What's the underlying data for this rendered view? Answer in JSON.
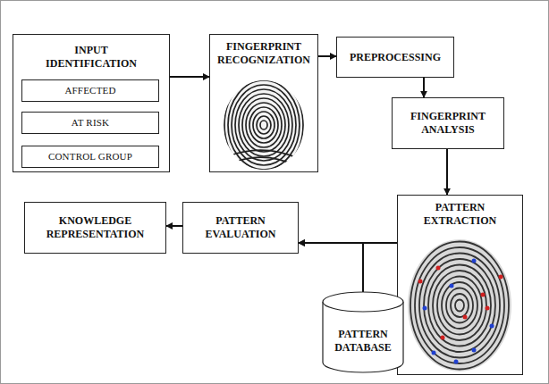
{
  "diagram": {
    "nodes": [
      {
        "text": [
          "INPUT IDENTIFICATION"
        ]
      },
      {
        "text": [
          "AFFECTED"
        ],
        "in": 0
      },
      {
        "text": [
          "AT RISK"
        ],
        "in": 0
      },
      {
        "text": [
          "CONTROL GROUP"
        ],
        "in": 0
      },
      {
        "text": [
          "FINGERPRINT RECOGNIZATION"
        ]
      },
      {
        "text": [
          "PREPROCESSING"
        ]
      },
      {
        "text": [
          "FINGERPRINT ANALYSIS"
        ]
      },
      {
        "text": [
          "PATTERN EXTRACTION"
        ]
      },
      {
        "text": [
          "KNOWLEDGE REPRESENTATION"
        ]
      },
      {
        "text": [
          "PATTERN EVALUATION"
        ]
      },
      {
        "text": [
          "PATTERN DATABASE"
        ]
      }
    ],
    "edges": [
      {
        "from": 0,
        "to": 4,
        "arrow": "to"
      },
      {
        "from": 4,
        "to": 5,
        "arrow": "to"
      },
      {
        "from": 5,
        "to": 6,
        "arrow": "to"
      },
      {
        "from": 6,
        "to": 7,
        "arrow": "to"
      },
      {
        "from": 7,
        "to": 9,
        "arrow": "to"
      },
      {
        "from": 10,
        "to": 9,
        "arrow": "to"
      },
      {
        "from": 9,
        "to": 8,
        "arrow": "to"
      }
    ]
  }
}
